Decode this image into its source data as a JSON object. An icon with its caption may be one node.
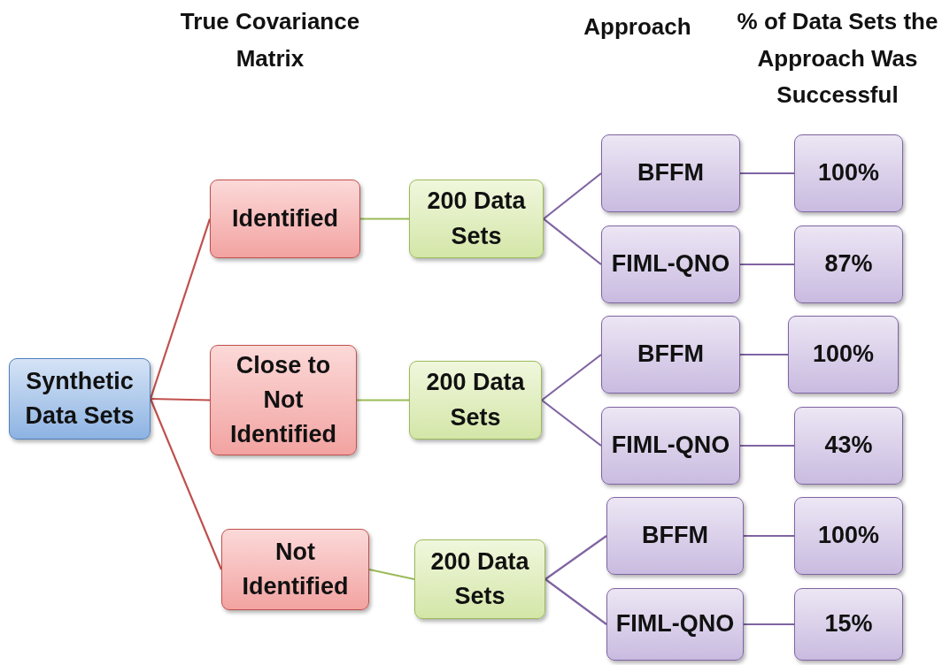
{
  "diagram": {
    "nodes": [
      {
        "text": [
          "Synthetic Data Sets"
        ]
      },
      {
        "text": [
          "Identified"
        ]
      },
      {
        "text": [
          "200 Data Sets"
        ]
      },
      {
        "text": [
          "BFFM"
        ]
      },
      {
        "text": [
          "100%"
        ]
      },
      {
        "text": [
          "FIML-QNO"
        ]
      },
      {
        "text": [
          "87%"
        ]
      },
      {
        "text": [
          "Close to Not Identified"
        ]
      },
      {
        "text": [
          "200 Data Sets"
        ]
      },
      {
        "text": [
          "BFFM"
        ]
      },
      {
        "text": [
          "100%"
        ]
      },
      {
        "text": [
          "FIML-QNO"
        ]
      },
      {
        "text": [
          "43%"
        ]
      },
      {
        "text": [
          "Not Identified"
        ]
      },
      {
        "text": [
          "200 Data Sets"
        ]
      },
      {
        "text": [
          "BFFM"
        ]
      },
      {
        "text": [
          "100%"
        ]
      },
      {
        "text": [
          "FIML-QNO"
        ]
      },
      {
        "text": [
          "15%"
        ]
      }
    ],
    "edges": [
      {
        "from": 0,
        "to": 1,
        "arrow": "none",
        "color": "#c0504d"
      },
      {
        "from": 0,
        "to": 7,
        "arrow": "none",
        "color": "#c0504d"
      },
      {
        "from": 0,
        "to": 13,
        "arrow": "none",
        "color": "#c0504d"
      },
      {
        "from": 1,
        "to": 2,
        "arrow": "none",
        "color": "#9bbb59"
      },
      {
        "from": 7,
        "to": 8,
        "arrow": "none",
        "color": "#9bbb59"
      },
      {
        "from": 13,
        "to": 14,
        "arrow": "none",
        "color": "#9bbb59"
      },
      {
        "from": 2,
        "to": 3,
        "arrow": "none"
      },
      {
        "from": 2,
        "to": 5,
        "arrow": "none"
      },
      {
        "from": 3,
        "to": 4,
        "arrow": "none"
      },
      {
        "from": 5,
        "to": 6,
        "arrow": "none"
      },
      {
        "from": 8,
        "to": 9,
        "arrow": "none"
      },
      {
        "from": 8,
        "to": 11,
        "arrow": "none"
      },
      {
        "from": 9,
        "to": 10,
        "arrow": "none"
      },
      {
        "from": 11,
        "to": 12,
        "arrow": "none"
      },
      {
        "from": 14,
        "to": 15,
        "arrow": "none"
      },
      {
        "from": 14,
        "to": 17,
        "arrow": "none"
      },
      {
        "from": 15,
        "to": 16,
        "arrow": "none"
      },
      {
        "from": 17,
        "to": 18,
        "arrow": "none"
      }
    ],
    "labels": [
      "True Covariance Matrix",
      "Approach",
      "% of Data Sets the Approach Was Successful"
    ]
  }
}
